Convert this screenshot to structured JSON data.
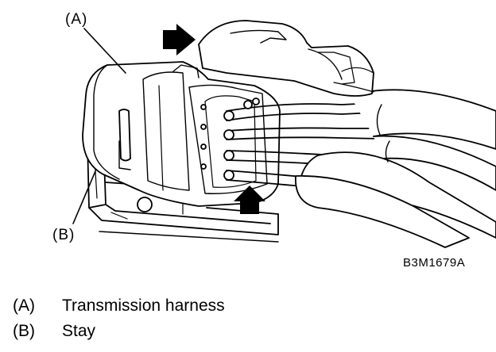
{
  "callouts": {
    "a": "(A)",
    "b": "(B)"
  },
  "figure_code": "B3M1679A",
  "legend": [
    {
      "key": "(A)",
      "label": "Transmission harness"
    },
    {
      "key": "(B)",
      "label": "Stay"
    }
  ],
  "colors": {
    "ink": "#000000",
    "paper": "#ffffff"
  },
  "icons": {
    "arrow_top": "arrow-right-icon",
    "arrow_bottom": "arrow-up-icon"
  }
}
